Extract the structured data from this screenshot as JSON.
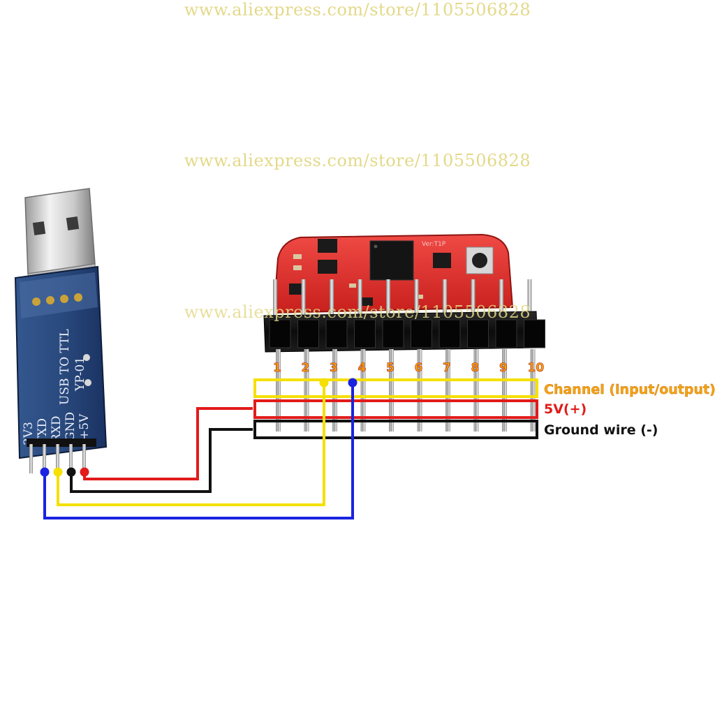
{
  "watermark": "www.aliexpress.com/store/1105506828",
  "adapter": {
    "title": "USB TO TTL",
    "model": "YP-01",
    "pin_labels": [
      "3V3",
      "TXD",
      "RXD",
      "GND",
      "+5V"
    ]
  },
  "board": {
    "mark": "Ver:T1P",
    "channels": [
      "1",
      "2",
      "3",
      "4",
      "5",
      "6",
      "7",
      "8",
      "9",
      "10"
    ]
  },
  "legend": {
    "channel": "Channel (input/output)",
    "power": "5V(+)",
    "ground": "Ground wire (-)"
  },
  "colors": {
    "signal": "#f5e000",
    "power": "#e21b1b",
    "ground": "#111111",
    "blue": "#1a23e0",
    "board": "#e8322e",
    "adapter_pcb": "#1e3a6b"
  },
  "icons": [
    "usb-plug-icon",
    "pin-header-icon"
  ]
}
